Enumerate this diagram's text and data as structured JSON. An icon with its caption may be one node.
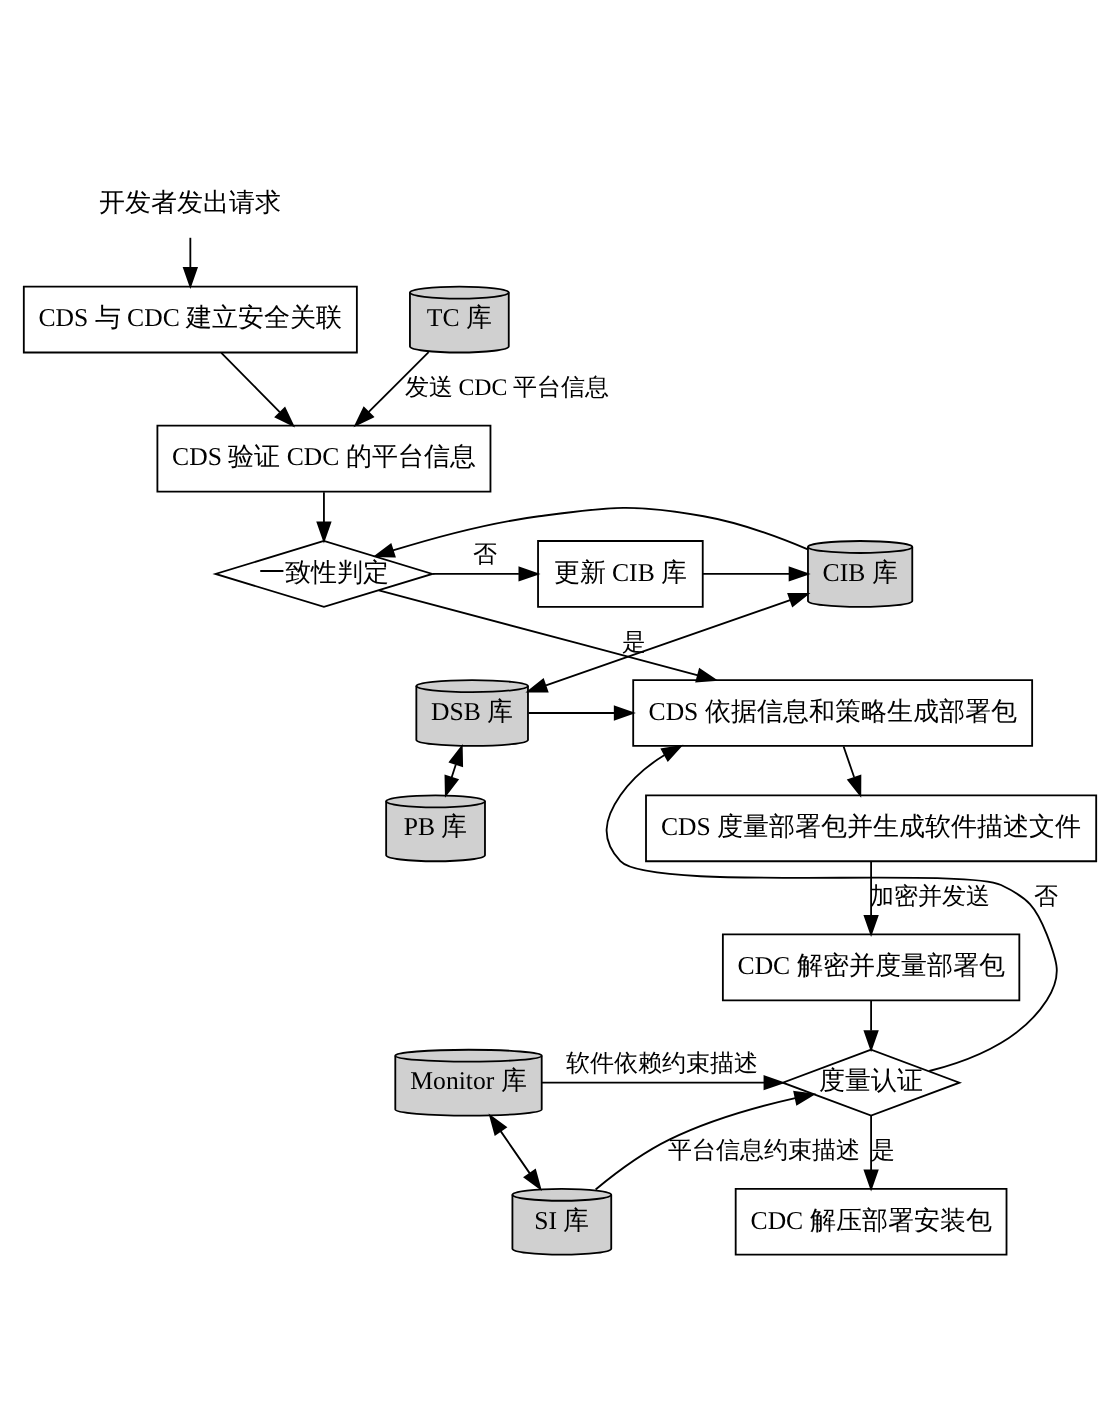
{
  "diagram": {
    "nodes": [
      {
        "text": [
          "开发者发出请求"
        ]
      },
      {
        "text": [
          "CDS 与 CDC 建立安全关联"
        ]
      },
      {
        "text": [
          "TC 库"
        ]
      },
      {
        "text": [
          "CDS 验证 CDC 的平台信息"
        ]
      },
      {
        "text": [
          "一致性判定"
        ]
      },
      {
        "text": [
          "CIB 库"
        ]
      },
      {
        "text": [
          "更新 CIB 库"
        ]
      },
      {
        "text": [
          "DSB 库"
        ]
      },
      {
        "text": [
          "PB 库"
        ]
      },
      {
        "text": [
          "CDS 依据信息和策略生成部署包"
        ]
      },
      {
        "text": [
          "CDS 度量部署包并生成软件描述文件"
        ]
      },
      {
        "text": [
          "CDC 解密并度量部署包"
        ]
      },
      {
        "text": [
          "Monitor 库"
        ]
      },
      {
        "text": [
          "度量认证"
        ]
      },
      {
        "text": [
          "SI 库"
        ]
      },
      {
        "text": [
          "CDC 解压部署安装包"
        ]
      }
    ],
    "edges": [
      {
        "from": 0,
        "to": 1,
        "arrow": "to"
      },
      {
        "from": 1,
        "to": 3,
        "arrow": "to"
      },
      {
        "from": 2,
        "to": 3,
        "arrow": "to",
        "label": "发送 CDC 平台信息"
      },
      {
        "from": 3,
        "to": 4,
        "arrow": "to"
      },
      {
        "from": 4,
        "to": 6,
        "arrow": "to",
        "label": "否"
      },
      {
        "from": 6,
        "to": 5,
        "arrow": "to"
      },
      {
        "from": 5,
        "to": 4,
        "arrow": "to"
      },
      {
        "from": 4,
        "to": 9,
        "arrow": "to",
        "label": "是"
      },
      {
        "from": 5,
        "to": 7,
        "arrow": "both"
      },
      {
        "from": 7,
        "to": 8,
        "arrow": "both"
      },
      {
        "from": 7,
        "to": 9,
        "arrow": "to"
      },
      {
        "from": 9,
        "to": 10,
        "arrow": "to"
      },
      {
        "from": 10,
        "to": 11,
        "arrow": "to",
        "label": "加密并发送"
      },
      {
        "from": 11,
        "to": 13,
        "arrow": "to"
      },
      {
        "from": 13,
        "to": 9,
        "arrow": "to",
        "label": "否"
      },
      {
        "from": 13,
        "to": 15,
        "arrow": "to",
        "label": "是"
      },
      {
        "from": 12,
        "to": 14,
        "arrow": "both"
      },
      {
        "from": 12,
        "to": 13,
        "arrow": "to",
        "label": "软件依赖约束描述"
      },
      {
        "from": 14,
        "to": 13,
        "arrow": "to",
        "label": "平台信息约束描述"
      }
    ]
  }
}
